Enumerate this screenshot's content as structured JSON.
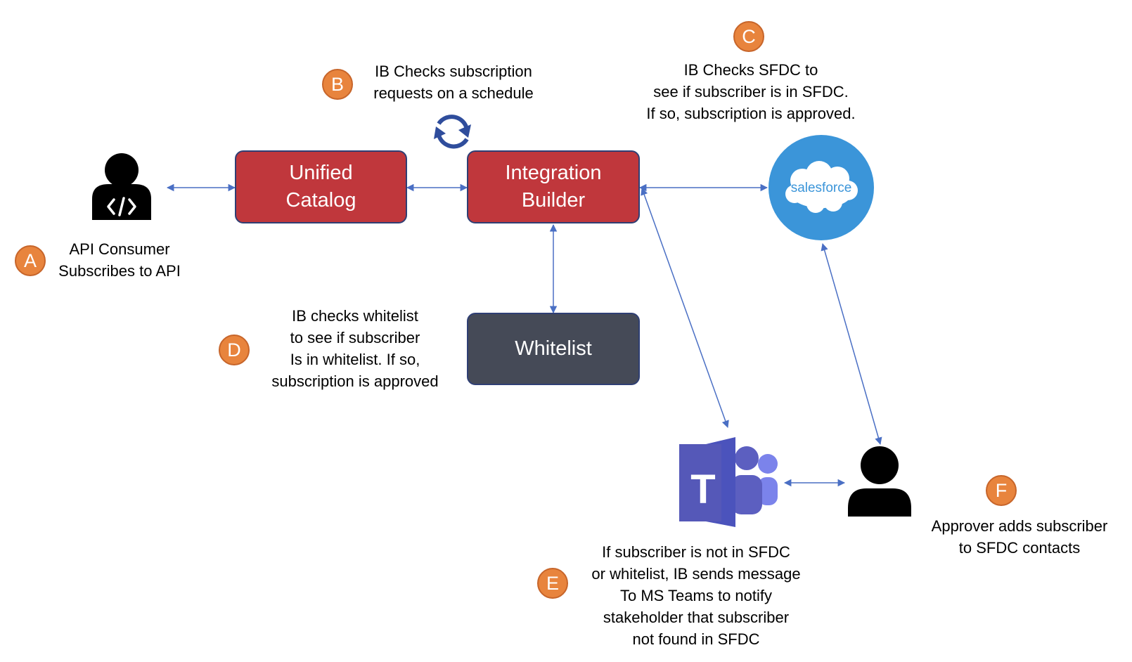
{
  "steps": {
    "a": {
      "badge": "A",
      "text": "API Consumer\nSubscribes to API"
    },
    "b": {
      "badge": "B",
      "text": "IB Checks subscription\nrequests on a schedule"
    },
    "c": {
      "badge": "C",
      "text": "IB Checks SFDC to\nsee if subscriber is in SFDC.\nIf so, subscription is approved."
    },
    "d": {
      "badge": "D",
      "text": "IB checks whitelist\nto see if subscriber\nIs in whitelist. If so,\nsubscription is approved"
    },
    "e": {
      "badge": "E",
      "text": "If subscriber is not in SFDC\nor whitelist, IB sends message\nTo MS Teams to notify\nstakeholder that subscriber\nnot found in SFDC"
    },
    "f": {
      "badge": "F",
      "text": "Approver adds subscriber\nto SFDC contacts"
    }
  },
  "boxes": {
    "unified_catalog": "Unified\nCatalog",
    "integration_builder": "Integration\nBuilder",
    "whitelist": "Whitelist"
  },
  "logos": {
    "salesforce": "salesforce",
    "teams": "T"
  },
  "icons": {
    "api_consumer": "developer-person-icon",
    "refresh": "refresh-cycle-icon",
    "salesforce": "salesforce-cloud-icon",
    "teams": "microsoft-teams-icon",
    "approver": "person-icon"
  },
  "colors": {
    "badge": "#e8843d",
    "box_red": "#c0373c",
    "box_dark": "#454a57",
    "arrow": "#4a6fc4",
    "salesforce": "#3b95d9",
    "teams": "#5c5fc0"
  }
}
